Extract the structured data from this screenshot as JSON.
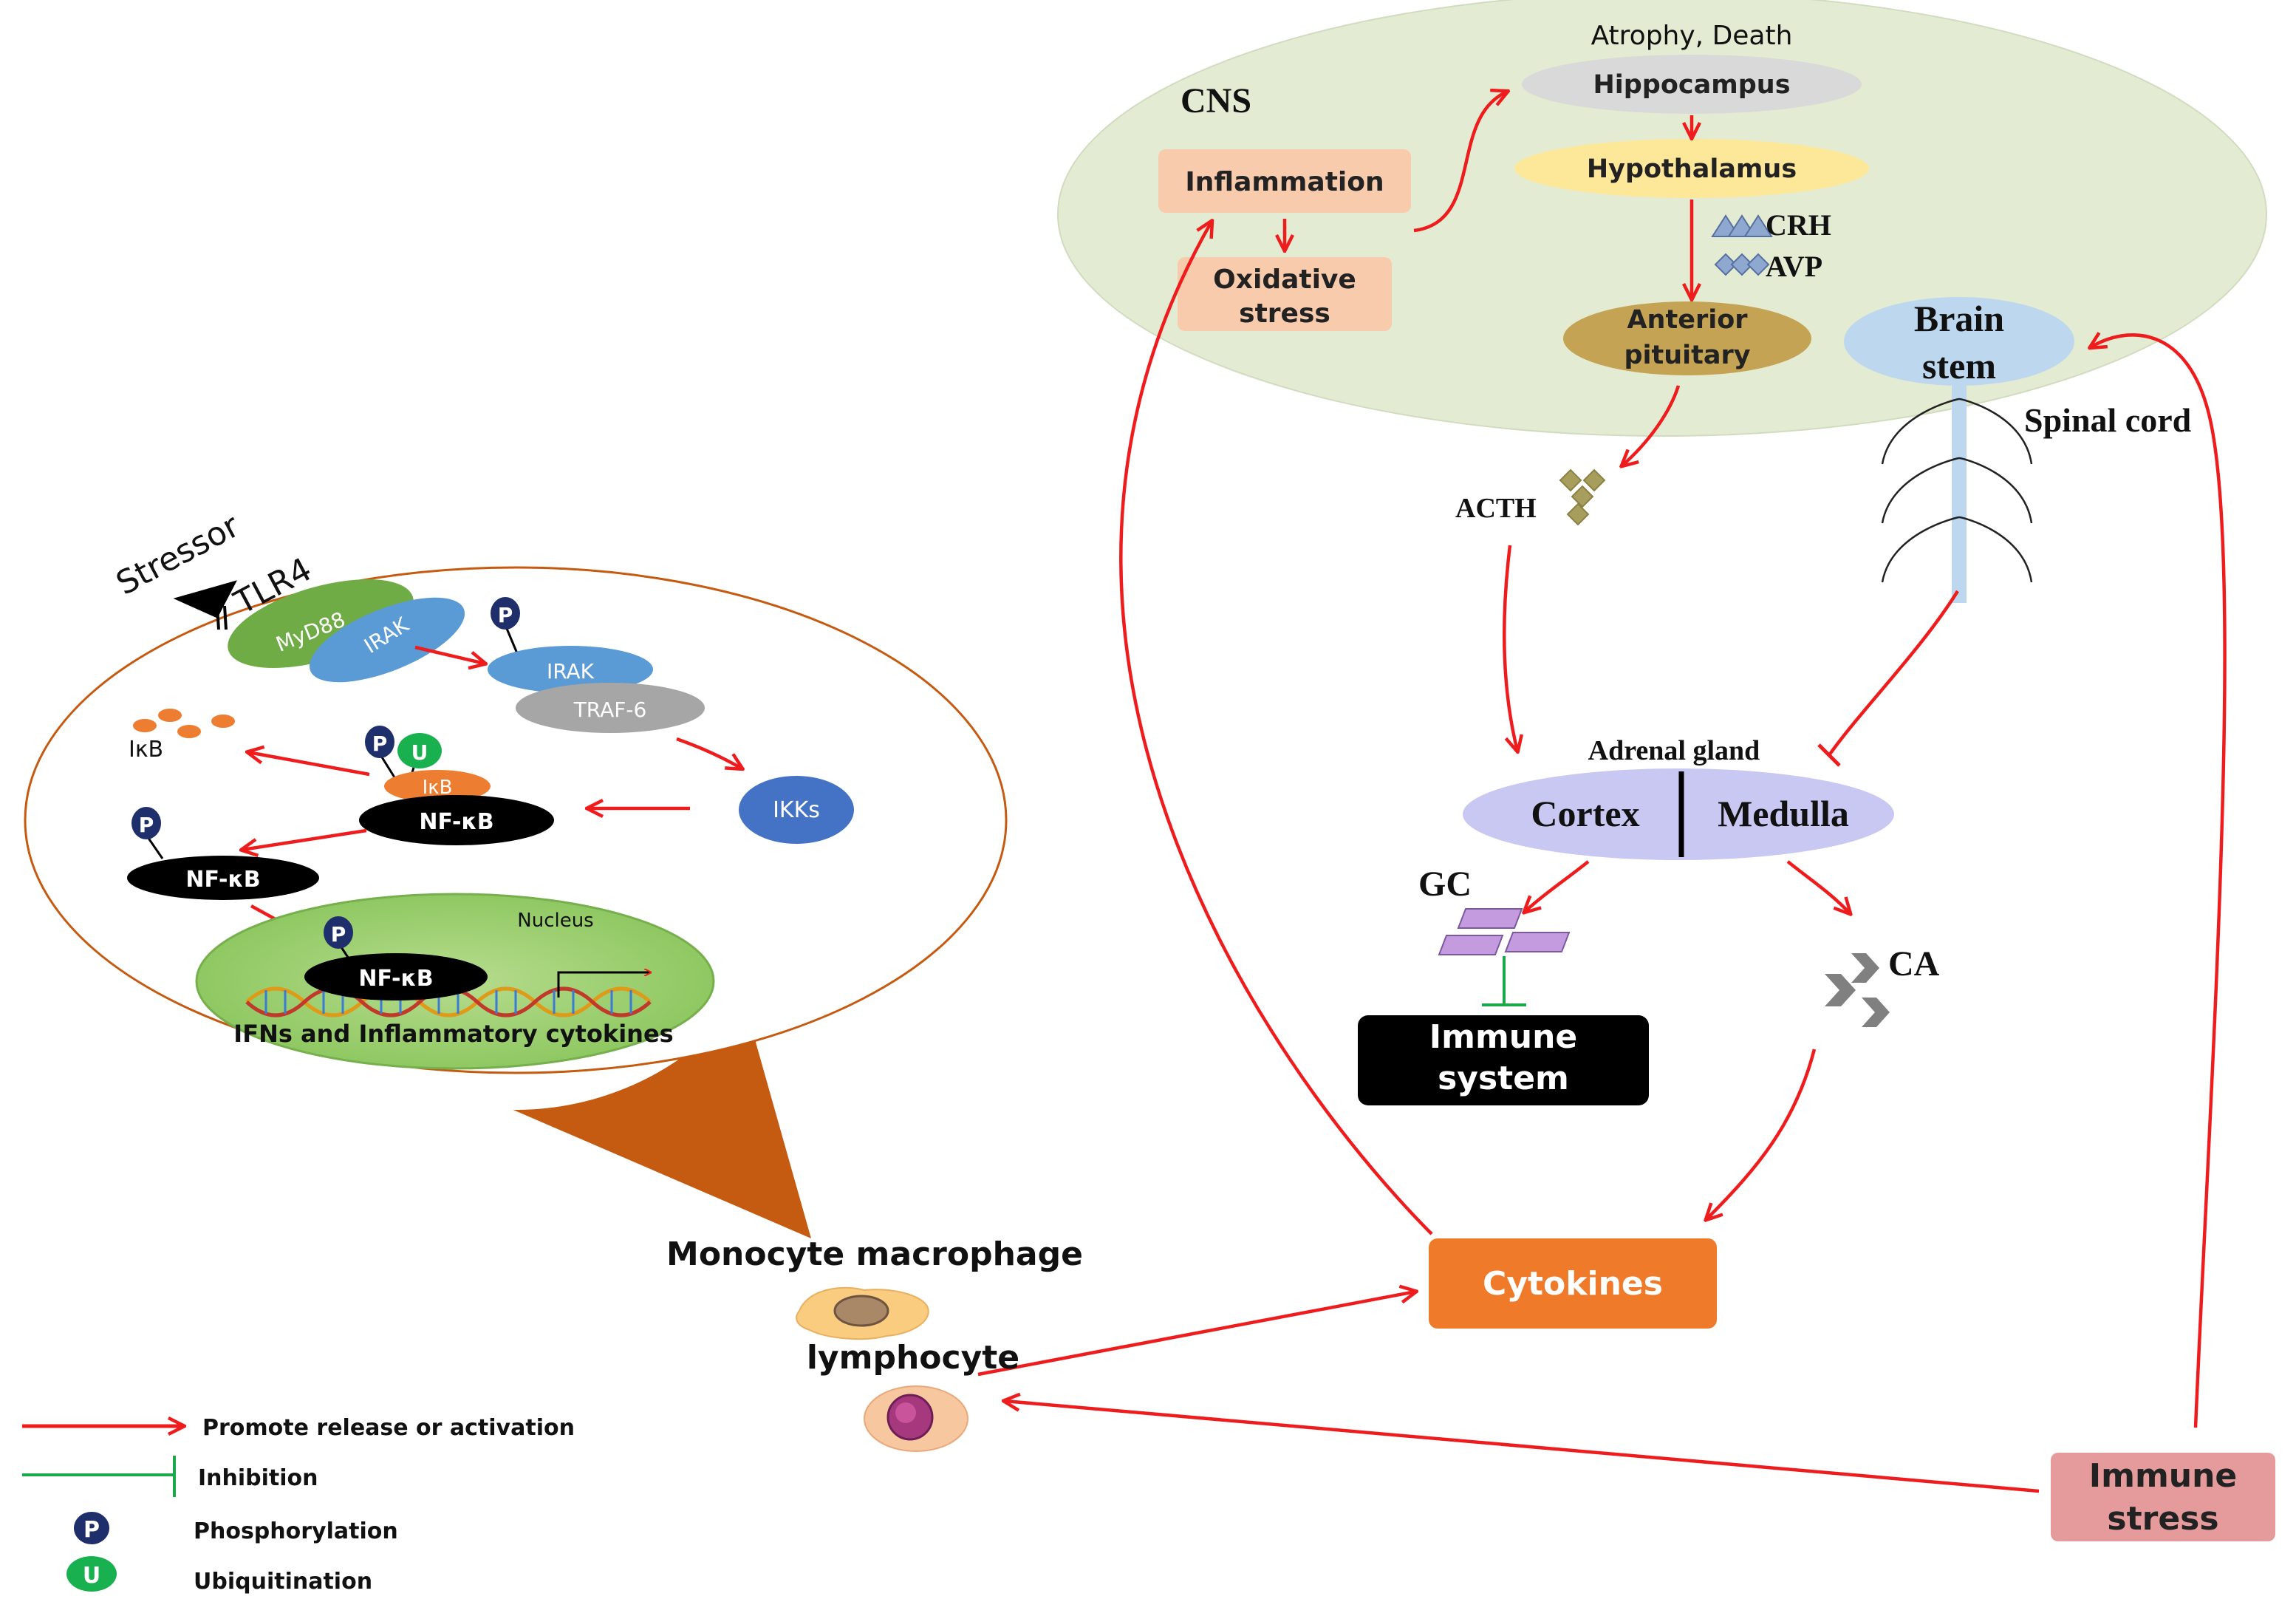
{
  "cns": {
    "label": "CNS",
    "atrophy": "Atrophy, Death",
    "hippocampus": "Hippocampus",
    "hypothalamus": "Hypothalamus",
    "crh": "CRH",
    "avp": "AVP",
    "anterior_pituitary_1": "Anterior",
    "anterior_pituitary_2": "pituitary",
    "brain_stem_1": "Brain",
    "brain_stem_2": "stem",
    "inflammation": "Inflammation",
    "oxidative_1": "Oxidative",
    "oxidative_2": "stress"
  },
  "spinal_cord": "Spinal cord",
  "acth": "ACTH",
  "adrenal": {
    "title": "Adrenal gland",
    "cortex": "Cortex",
    "medulla": "Medulla"
  },
  "gc": "GC",
  "ca": "CA",
  "immune_system_1": "Immune",
  "immune_system_2": "system",
  "cytokines": "Cytokines",
  "immune_stress_1": "Immune",
  "immune_stress_2": "stress",
  "cells": {
    "monocyte": "Monocyte macrophage",
    "lymphocyte": "lymphocyte"
  },
  "pathway": {
    "stressor": "Stressor",
    "tlr4": "TLR4",
    "myd88": "MyD88",
    "irak": "IRAK",
    "irak_p": "IRAK",
    "traf6": "TRAF-6",
    "ikb_free": "IκB",
    "ikb_bound": "IκB",
    "nfkb_bound": "NF-κB",
    "ikks": "IKKs",
    "nfkb_p": "NF-κB",
    "nucleus": "Nucleus",
    "nfkb_nucleus": "NF-κB",
    "ifns": "IFNs and Inflammatory cytokines",
    "p": "P",
    "u": "U"
  },
  "legend": {
    "promote": "Promote release or activation",
    "inhibition": "Inhibition",
    "phosphorylation": "Phosphorylation",
    "ubiquitination": "Ubiquitination",
    "p": "P",
    "u": "U"
  },
  "colors": {
    "arrow_red": "#ee1c1c",
    "inhibit_green": "#1aa84a",
    "cns_green": "#e3ecd2",
    "box_peach": "#f8cbad",
    "cytokines_orange": "#ee7a2a",
    "immune_stress_pink": "#e59b9b",
    "adrenal_lavender": "#c8c8f2",
    "brainstem_blue": "#bdd7ee",
    "pituitary_olive": "#c4a454",
    "hypothalamus_yellow": "#fde89a",
    "hippocampus_gray": "#d9d9d9",
    "p_navy": "#1f2f6b",
    "u_green": "#19b150"
  },
  "icons": [
    "acth-diamonds-icon",
    "crh-triangles-icon",
    "avp-diamonds-icon",
    "ca-chevrons-icon",
    "gc-receptor-icon",
    "dna-helix-icon",
    "monocyte-cell-icon",
    "lymphocyte-cell-icon",
    "tlr4-receptor-icon"
  ]
}
